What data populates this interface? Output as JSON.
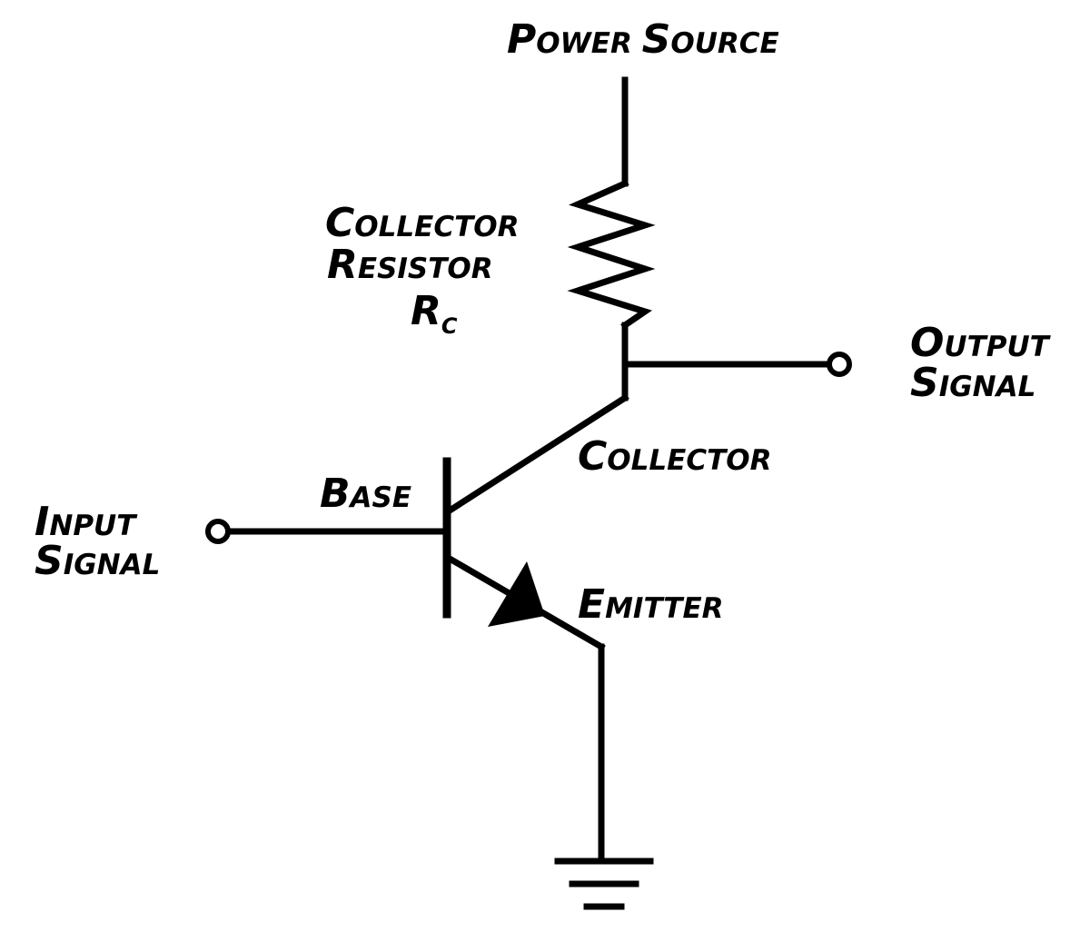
{
  "labels": {
    "power_source_first": "P",
    "power_source_rest": "OWER ",
    "power_source_second": "S",
    "power_source_rest2": "OURCE",
    "collector_resistor_line1_first": "C",
    "collector_resistor_line1_rest": "OLLECTOR",
    "collector_resistor_line2_first": "R",
    "collector_resistor_line2_rest": "ESISTOR",
    "rc_main": "R",
    "rc_sub": "C",
    "output_line1_first": "O",
    "output_line1_rest": "UTPUT",
    "output_line2_first": "S",
    "output_line2_rest": "IGNAL",
    "collector_first": "C",
    "collector_rest": "OLLECTOR",
    "base_first": "B",
    "base_rest": "ASE",
    "input_line1_first": "I",
    "input_line1_rest": "NPUT",
    "input_line2_first": "S",
    "input_line2_rest": "IGNAL",
    "emitter_first": "E",
    "emitter_rest": "MITTER"
  },
  "colors": {
    "ink": "#000000",
    "paper": "#ffffff"
  }
}
